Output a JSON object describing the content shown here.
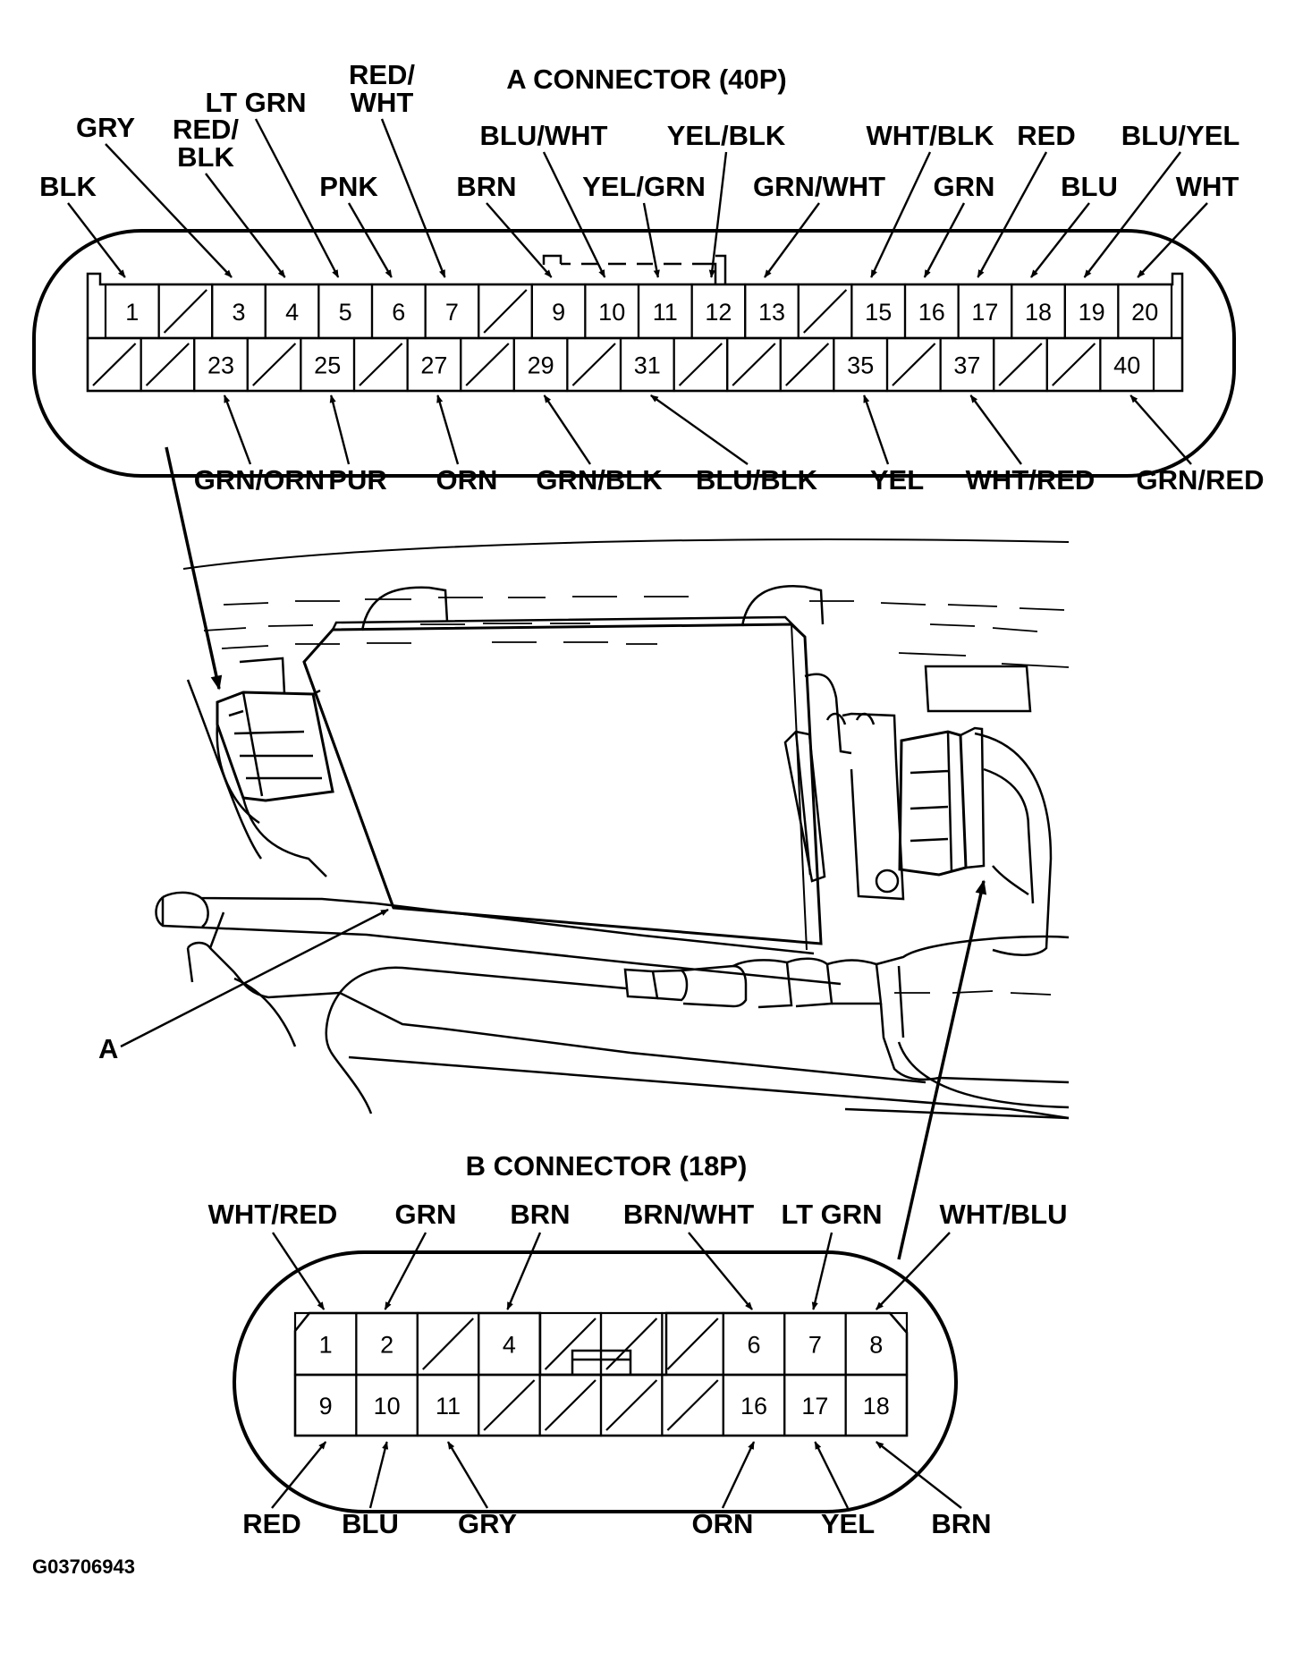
{
  "connector_a": {
    "title": "A CONNECTOR (40P)",
    "top_pins": [
      "1",
      "",
      "3",
      "4",
      "5",
      "6",
      "7",
      "",
      "9",
      "10",
      "11",
      "12",
      "13",
      "",
      "15",
      "16",
      "17",
      "18",
      "19",
      "20"
    ],
    "bottom_pins": [
      "",
      "",
      "23",
      "",
      "25",
      "",
      "27",
      "",
      "29",
      "",
      "31",
      "",
      "",
      "",
      "35",
      "",
      "37",
      "",
      "",
      "40"
    ],
    "top_labels": [
      {
        "pin": 1,
        "wire": "BLK"
      },
      {
        "pin": 3,
        "wire": "GRY"
      },
      {
        "pin": 4,
        "wire": "RED/\nBLK"
      },
      {
        "pin": 5,
        "wire": "LT GRN"
      },
      {
        "pin": 6,
        "wire": "PNK"
      },
      {
        "pin": 7,
        "wire": "RED/\nWHT"
      },
      {
        "pin": 9,
        "wire": "BRN"
      },
      {
        "pin": 10,
        "wire": "BLU/WHT"
      },
      {
        "pin": 11,
        "wire": "YEL/GRN"
      },
      {
        "pin": 12,
        "wire": "YEL/BLK"
      },
      {
        "pin": 13,
        "wire": "GRN/WHT"
      },
      {
        "pin": 15,
        "wire": "WHT/BLK"
      },
      {
        "pin": 16,
        "wire": "GRN"
      },
      {
        "pin": 17,
        "wire": "RED"
      },
      {
        "pin": 18,
        "wire": "BLU"
      },
      {
        "pin": 19,
        "wire": "BLU/YEL"
      },
      {
        "pin": 20,
        "wire": "WHT"
      }
    ],
    "bottom_labels": [
      {
        "pin": 23,
        "wire": "GRN/ORN"
      },
      {
        "pin": 25,
        "wire": "PUR"
      },
      {
        "pin": 27,
        "wire": "ORN"
      },
      {
        "pin": 29,
        "wire": "GRN/BLK"
      },
      {
        "pin": 31,
        "wire": "BLU/BLK"
      },
      {
        "pin": 35,
        "wire": "YEL"
      },
      {
        "pin": 37,
        "wire": "WHT/RED"
      },
      {
        "pin": 40,
        "wire": "GRN/RED"
      }
    ]
  },
  "connector_b": {
    "title": "B CONNECTOR (18P)",
    "top_pins": [
      "1",
      "2",
      "",
      "4",
      "",
      "",
      "",
      "6",
      "7",
      "8"
    ],
    "bottom_pins": [
      "9",
      "10",
      "11",
      "",
      "",
      "",
      "",
      "16",
      "17",
      "18"
    ],
    "top_labels": [
      {
        "pin": 1,
        "wire": "WHT/RED"
      },
      {
        "pin": 2,
        "wire": "GRN"
      },
      {
        "pin": 4,
        "wire": "BRN"
      },
      {
        "pin": 6,
        "wire": "BRN/WHT"
      },
      {
        "pin": 7,
        "wire": "LT GRN"
      },
      {
        "pin": 8,
        "wire": "WHT/BLU"
      }
    ],
    "bottom_labels": [
      {
        "pin": 9,
        "wire": "RED"
      },
      {
        "pin": 10,
        "wire": "BLU"
      },
      {
        "pin": 11,
        "wire": "GRY"
      },
      {
        "pin": 16,
        "wire": "ORN"
      },
      {
        "pin": 17,
        "wire": "YEL"
      },
      {
        "pin": 18,
        "wire": "BRN"
      }
    ]
  },
  "callout": "A",
  "figure_code": "G03706943"
}
